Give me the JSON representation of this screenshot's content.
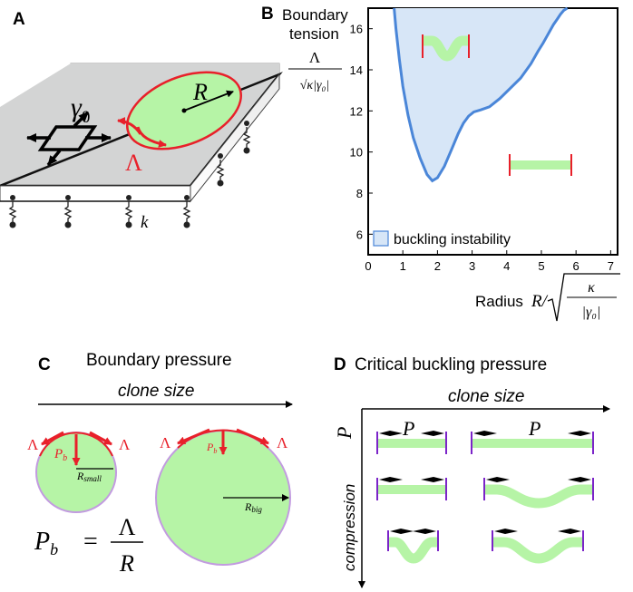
{
  "colors": {
    "membrane_fill": "#d3d4d4",
    "membrane_edge": "#111111",
    "clone_fill": "#b6f4a6",
    "boundary_red": "#e8202a",
    "instability_fill": "#d7e6f7",
    "instability_stroke": "#4a86d8",
    "wall_purple": "#7b24c8",
    "disc_outline": "#c29be0"
  },
  "panelA": {
    "label": "A",
    "gamma": "γ",
    "gamma_sub": "0",
    "R": "R",
    "Lambda": "Λ",
    "k": "k"
  },
  "panelB": {
    "label": "B",
    "ylabel_line1": "Boundary",
    "ylabel_line2": "tension",
    "ylabel_frac_num": "Λ",
    "ylabel_frac_den": "√κ|γ₀|",
    "xlabel_word": "Radius",
    "xlabel_math": "R/",
    "xlabel_frac_num": "κ",
    "xlabel_frac_den": "|γ₀|",
    "legend": "buckling instability",
    "icons": [
      "buckled-strip-icon",
      "flat-strip-icon"
    ]
  },
  "panelC": {
    "label": "C",
    "title": "Boundary pressure",
    "axis_label": "clone size",
    "lambda": "Λ",
    "pb": "P",
    "pb_sub": "b",
    "r_small": "R",
    "r_small_sub": "small",
    "r_big": "R",
    "r_big_sub": "big",
    "formula_lhs": "P",
    "formula_lhs_sub": "b",
    "formula_eq": "=",
    "formula_num": "Λ",
    "formula_den": "R"
  },
  "panelD": {
    "label": "D",
    "title": "Critical buckling pressure",
    "x_axis_label": "clone size",
    "y_axis_label": "compression",
    "p_axis": "P",
    "p_left": "P",
    "p_right": "P"
  },
  "chart_data": {
    "type": "area",
    "title": "",
    "xlabel": "Radius R/√(κ/|γ0|)",
    "ylabel": "Boundary tension Λ/√(κ|γ0|)",
    "xlim": [
      0,
      7.2
    ],
    "ylim": [
      5,
      17
    ],
    "xticks": [
      0,
      1,
      2,
      3,
      4,
      5,
      6,
      7
    ],
    "yticks": [
      6,
      8,
      10,
      12,
      14,
      16
    ],
    "legend": [
      "buckling instability"
    ],
    "legend_position": "bottom-left",
    "grid": false,
    "series": [
      {
        "name": "buckling instability",
        "x": [
          0.75,
          0.8,
          0.9,
          1.0,
          1.15,
          1.3,
          1.5,
          1.7,
          1.85,
          2.0,
          2.2,
          2.4,
          2.6,
          2.75,
          2.9,
          3.05,
          3.25,
          3.5,
          3.8,
          4.1,
          4.4,
          4.7,
          4.9,
          5.05,
          5.15,
          5.25,
          5.35,
          5.45,
          5.55,
          5.65,
          5.75
        ],
        "y": [
          17.0,
          16.0,
          14.5,
          13.2,
          11.8,
          10.7,
          9.7,
          8.9,
          8.6,
          8.75,
          9.3,
          10.1,
          10.9,
          11.4,
          11.75,
          11.95,
          12.05,
          12.2,
          12.6,
          13.1,
          13.6,
          14.3,
          14.9,
          15.3,
          15.6,
          15.9,
          16.2,
          16.45,
          16.7,
          16.9,
          17.0
        ]
      }
    ]
  }
}
